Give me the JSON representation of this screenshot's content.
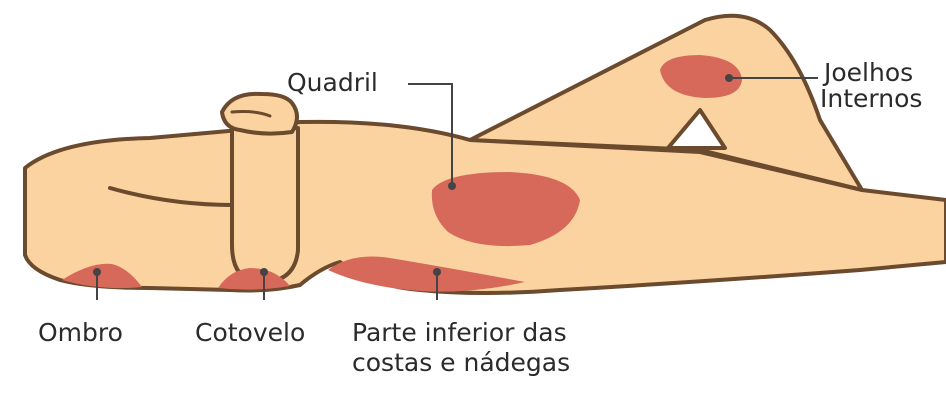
{
  "labels": {
    "hip": "Quadril",
    "knees_line1": "Joelhos",
    "knees_line2": "Internos",
    "shoulder": "Ombro",
    "elbow": "Cotovelo",
    "lower_back_line1": "Parte inferior das",
    "lower_back_line2": "costas e nádegas"
  },
  "colors": {
    "skin": "#FAD3A1",
    "outline": "#6B4A2E",
    "pressure": "#D7695A",
    "line": "#444444"
  }
}
